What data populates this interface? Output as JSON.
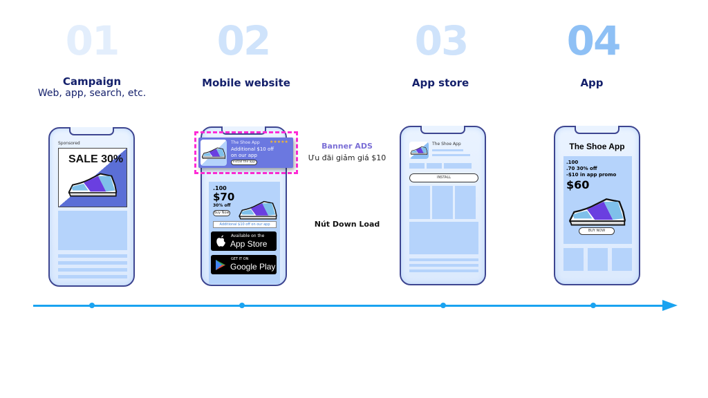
{
  "steps": [
    {
      "number": "01",
      "title": "Campaign",
      "subtitle": "Web, app, search, etc."
    },
    {
      "number": "02",
      "title": "Mobile website"
    },
    {
      "number": "03",
      "title": "App store"
    },
    {
      "number": "04",
      "title": "App"
    }
  ],
  "phone1": {
    "sponsored": "Sponsored",
    "sale": "SALE 30%"
  },
  "phone2": {
    "banner": {
      "app_name": "The Shoe App",
      "stars": "★★★★★",
      "line1": "Additional $10 off",
      "line2": "on our app",
      "button": "Install the app"
    },
    "old_price": ".100",
    "price": "$70",
    "discount": "30% off",
    "buy": "Buy Now",
    "promo": "Additional $10 off on our app",
    "appstore_small": "Available on the",
    "appstore_big": "App Store",
    "gplay_small": "GET IT ON",
    "gplay_big": "Google Play"
  },
  "phone3": {
    "app_name": "The Shoe App",
    "install": "INSTALL"
  },
  "phone4": {
    "title": "The Shoe App",
    "old_price": ".100",
    "line2": ".70  30% off",
    "line3": "-$10 in app promo",
    "price": "$60",
    "buy": "BUY NOW"
  },
  "annotations": {
    "banner_title": "Banner ADS",
    "banner_desc": "Ưu đãi giảm giá $10",
    "download": "Nút Down Load"
  },
  "colors": {
    "navy": "#14206b",
    "accent": "#1aa3f0",
    "banner": "#6b78e0",
    "dash": "#ff2bd6",
    "purple": "#7b6fd6"
  }
}
